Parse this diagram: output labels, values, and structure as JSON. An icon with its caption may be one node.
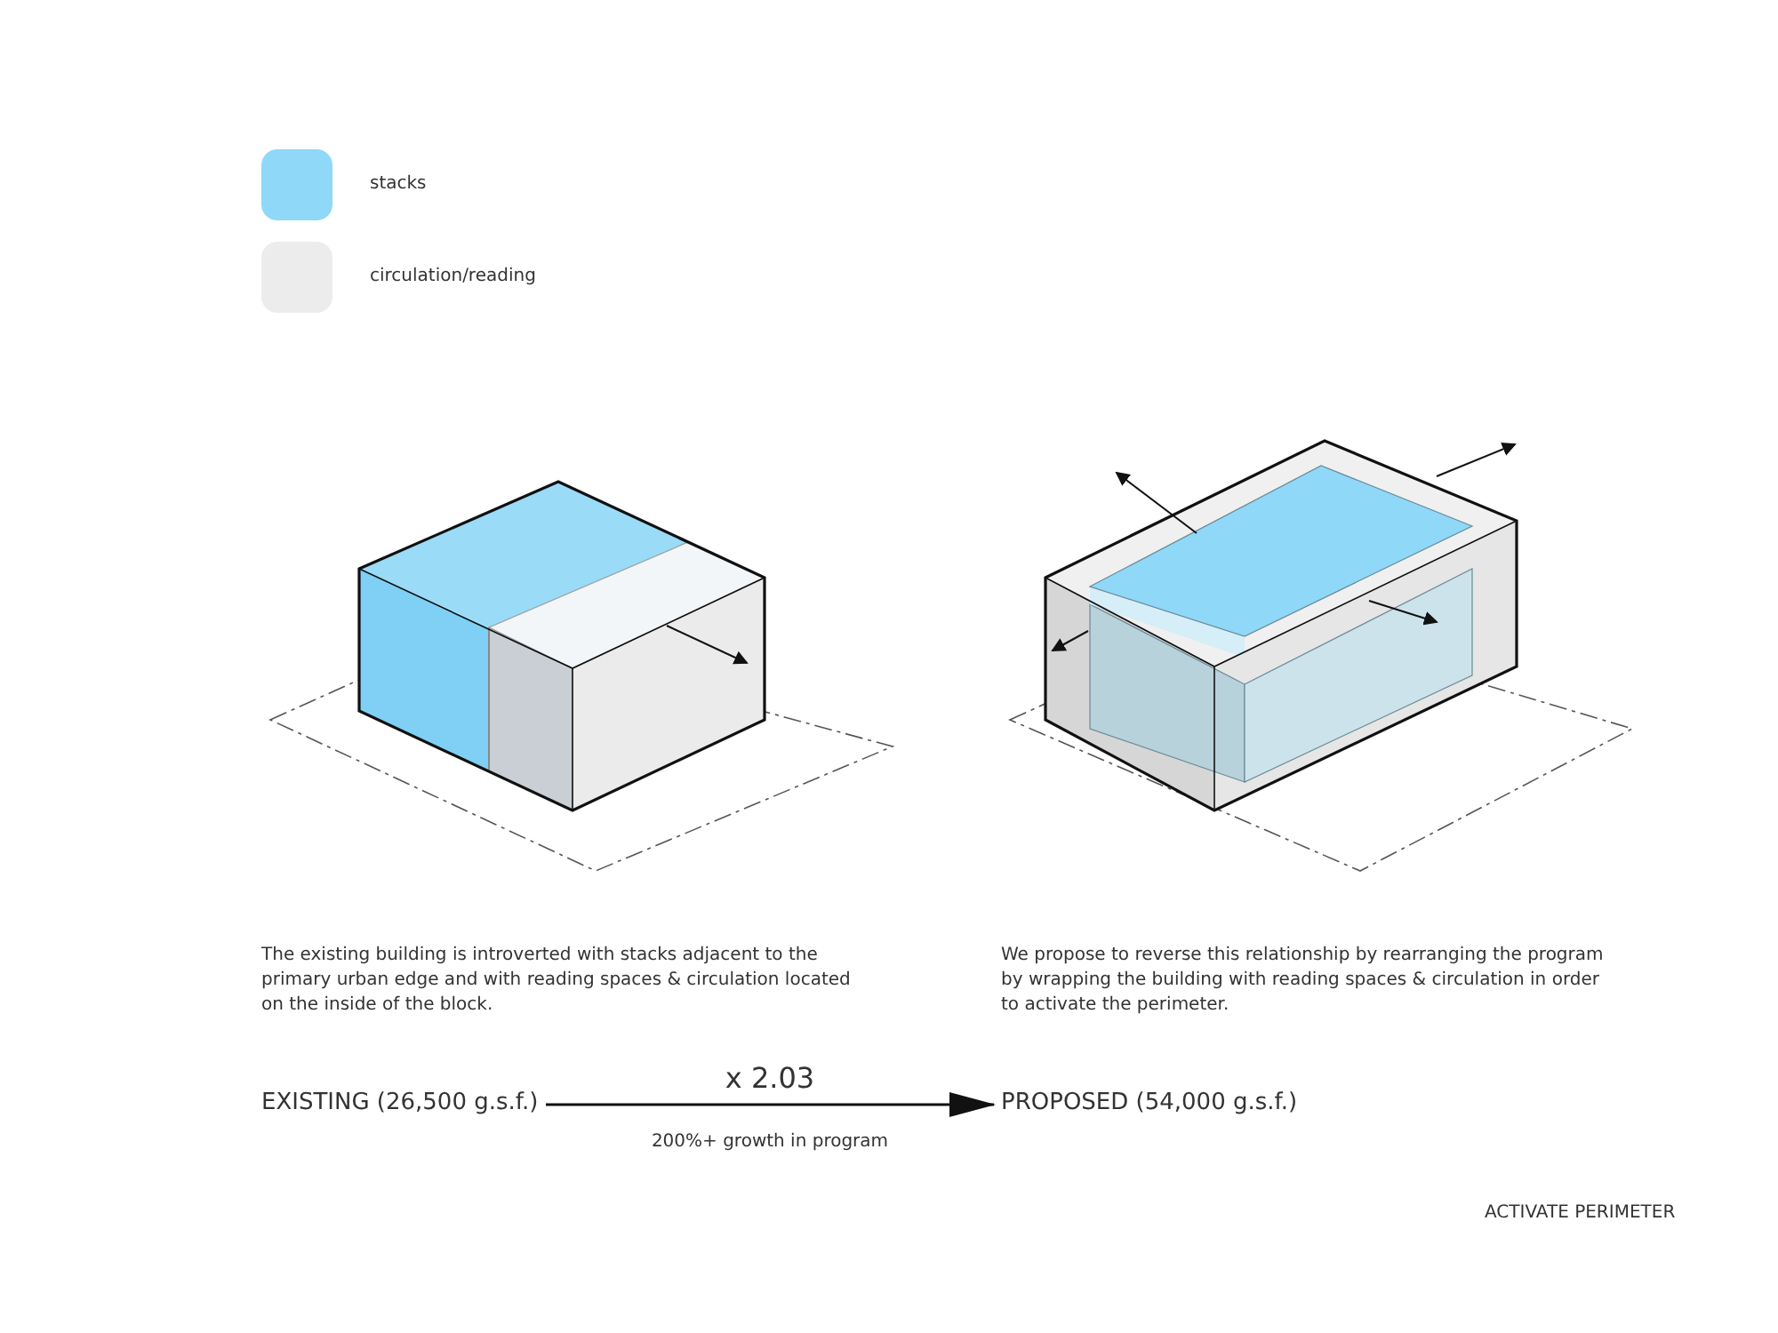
{
  "diagram": {
    "nodes": [
      {
        "text": [
          "EXISTING (26,500 g.s.f.)"
        ]
      },
      {
        "text": [
          "PROPOSED (54,000 g.s.f.)"
        ]
      }
    ],
    "edges": [
      {
        "from": 0,
        "to": 1,
        "arrow": "to",
        "label": "x 2.03"
      }
    ],
    "labels": [
      "The existing building is introverted with stacks adjacent to the primary urban edge and with reading spaces & circulation located on the inside of the block.",
      "We propose to reverse this relationship by rearranging the program by wrapping the building with reading spaces & circulation in order to activate the perimeter.",
      "200%+ growth in program",
      "ACTIVATE PERIMETER"
    ],
    "legend": [
      {
        "text": "stacks",
        "color": "#8fd8f8"
      },
      {
        "text": "circulation/reading",
        "color": "#ececec"
      }
    ]
  }
}
